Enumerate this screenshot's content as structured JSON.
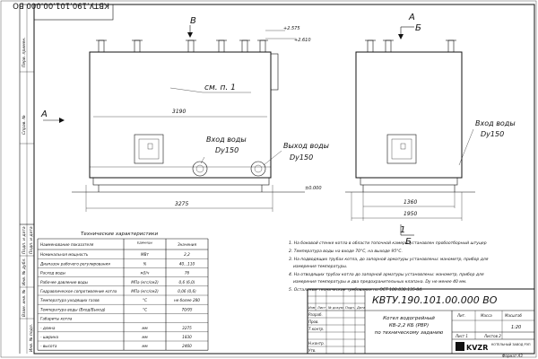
{
  "stamp_code": "КВТУ.190.101.00.000 ВО",
  "stamp_code_rotated": "КВТУ.190.101.00.000 ВО",
  "view_labels": {
    "v": "В",
    "a_top": "А",
    "b_top": "Б",
    "a_left": "А",
    "a_right": "А",
    "b_right": "Б",
    "a_bottom": "1 : Б"
  },
  "front": {
    "elev_top1": "+2.575",
    "elev_top2": "+2.610",
    "note": "см. п. 1",
    "dim_length_inner": "3190",
    "dim_length": "3275",
    "water_in_title": "Вход воды",
    "water_in_size": "Dy150",
    "water_out_title": "Выход воды",
    "water_out_size": "Dy150",
    "elev_zero": "±0.000"
  },
  "side": {
    "water_in_title": "Вход воды",
    "water_in_size": "Dy150",
    "dim_1360": "1360",
    "dim_1950": "1950"
  },
  "left_strip": {
    "labels": [
      "Перв. примен.",
      "Справ. №",
      "Подп. и дата",
      "Инв. № дубл.",
      "Взам. инв. №",
      "Подп. и дата",
      "Инв. № подл."
    ]
  },
  "specs": {
    "title": "Технические характеристики",
    "headers": [
      "Наименование показателя",
      "Единицы измерения",
      "Значения"
    ],
    "rows": [
      [
        "Номинальная мощность",
        "МВт",
        "2,2"
      ],
      [
        "Диапазон рабочего регулирования",
        "%",
        "40...110"
      ],
      [
        "Расход воды",
        "м3/ч",
        "76"
      ],
      [
        "Рабочее давление воды",
        "МПа (кгс/см2)",
        "0,6 (6,0)"
      ],
      [
        "Гидравлическое сопротивление котла",
        "МПа (кгс/см2)",
        "0,06 (0,6)"
      ],
      [
        "Температура уходящих газов",
        "°С",
        "не более 280"
      ],
      [
        "Температура воды (Вход/Выход)",
        "°С",
        "70/95"
      ],
      [
        "Габариты котла",
        "",
        ""
      ],
      [
        "- длина",
        "мм",
        "3275"
      ],
      [
        "- ширина",
        "мм",
        "1830"
      ],
      [
        "- высота",
        "мм",
        "2460"
      ]
    ]
  },
  "notes": [
    "1. На боковой стенке котла в области топочной камеры установлен пробоотборный штуцер",
    "2. Температура воды на входе 70°С, на выходе 95°С.",
    "3. На подводящих трубах котла, до запорной арматуры установлены: манометр, прибор для",
    "измерения температуры.",
    "4. На отводящих трубах котла до запорной арматуры установлены: манометр, прибор для",
    "измерения температуры и два предохранительных клапана. Dy не менее 40 мм.",
    "5. Остальные технические требования по ОСТ 108.030.135-84."
  ],
  "title_block": {
    "code": "КВТУ.190.101.00.000 ВО",
    "name_line1": "Котел водогрейный",
    "name_line2": "КВ-2,2 КБ (РВР)",
    "name_line3": "по техническому заданию",
    "lit_head": "Лит.",
    "mass_head": "Масса",
    "scale_head": "Масштаб",
    "scale": "1:20",
    "sheet_label": "Лист 1",
    "sheets_label": "Листов 2",
    "col_heads": [
      "Изм",
      "Лист",
      "№ докум.",
      "Подп.",
      "Дата"
    ],
    "roles": [
      "Разраб.",
      "Пров.",
      "Т.контр.",
      "",
      "Н.контр.",
      "Утв."
    ],
    "company_logo": "KVZR",
    "company_text": "КОТЕЛЬНЫЙ ЗАВОД РЭП",
    "format": "Формат А3"
  }
}
